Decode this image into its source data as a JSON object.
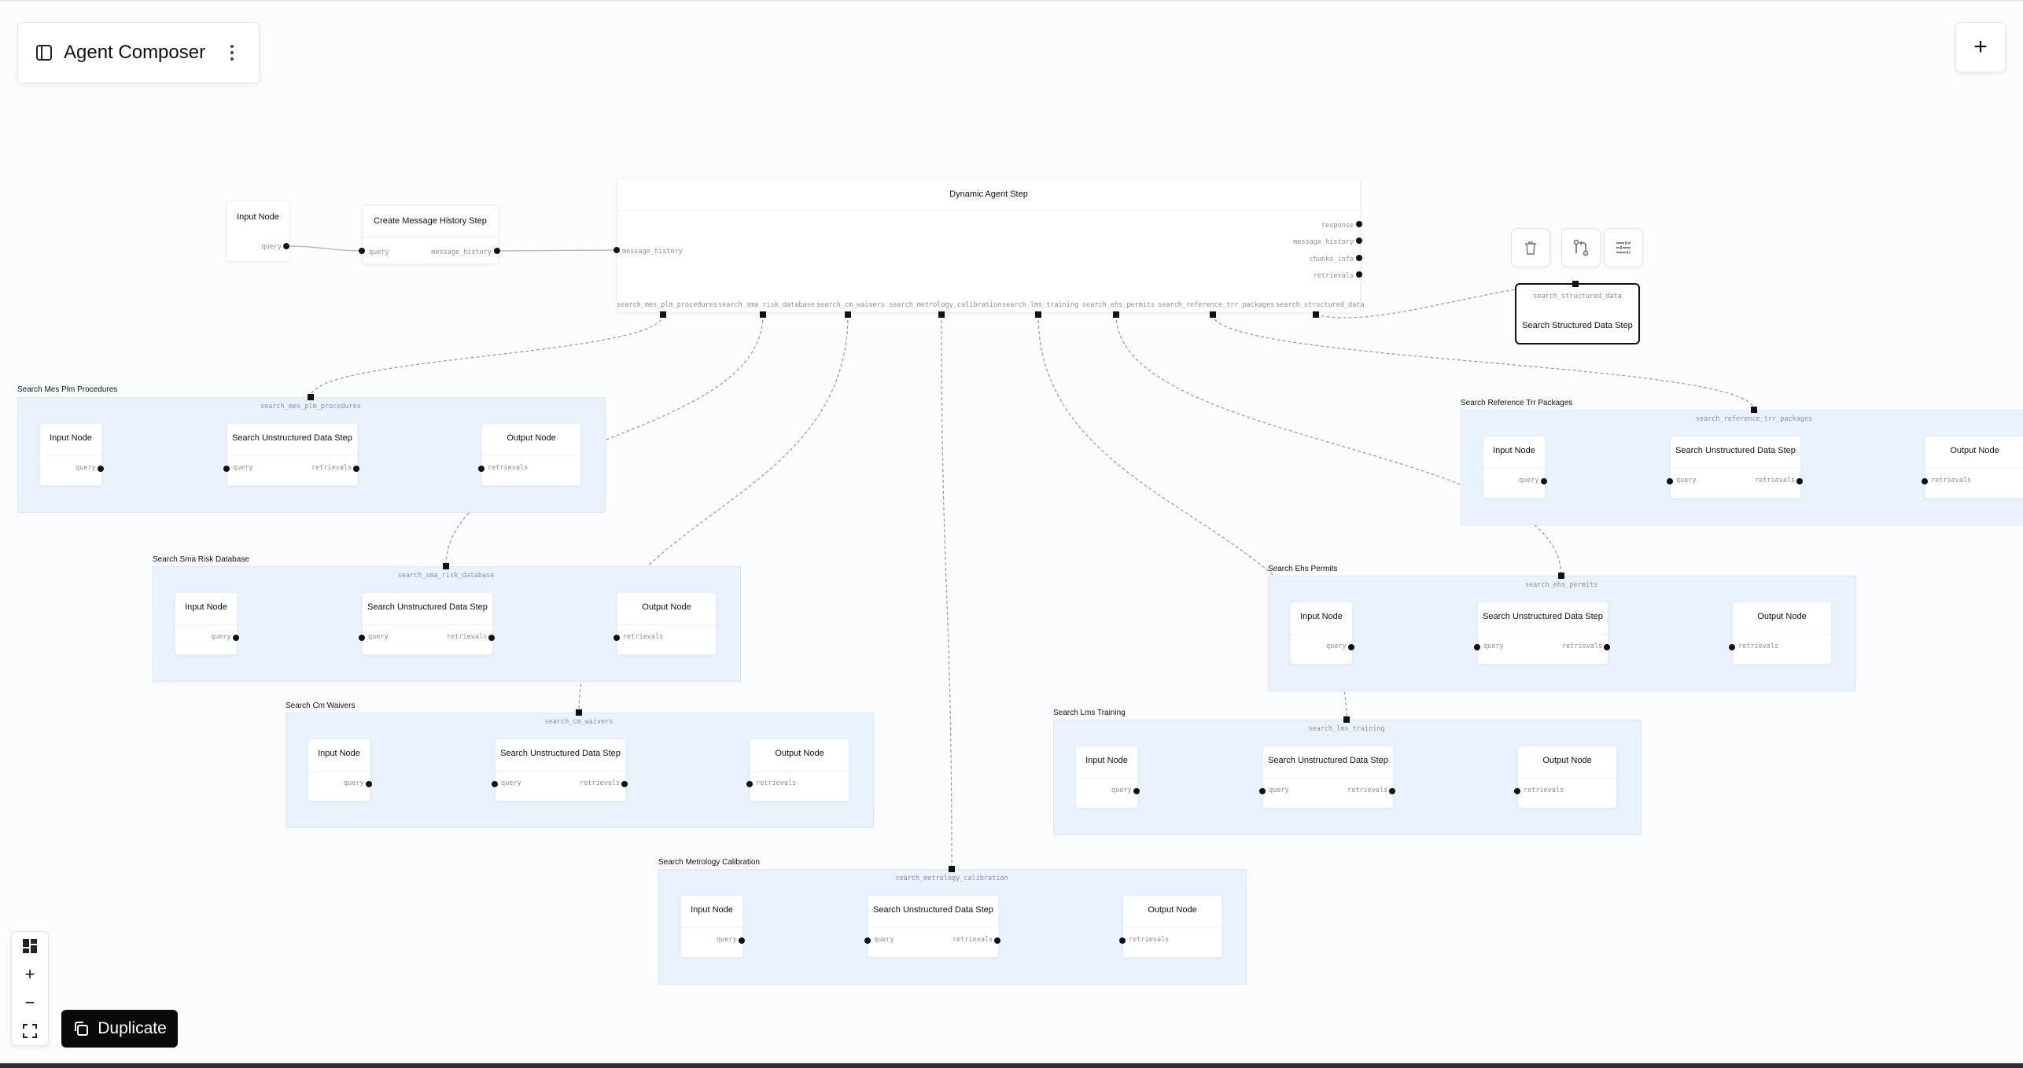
{
  "header": {
    "title": "Agent Composer",
    "sidebar_icon": "sidebar-toggle-icon",
    "menu_icon": "more-vertical-icon",
    "add_icon": "plus-icon"
  },
  "top_nodes": {
    "input_node": {
      "title": "Input Node",
      "port": "query"
    },
    "history_step": {
      "title": "Create Message History Step",
      "in_port": "query",
      "out_port": "message_history"
    },
    "dynamic_step": {
      "title": "Dynamic Agent Step",
      "in_port": "message_history",
      "outputs": [
        "response",
        "message_history",
        "chunks_info",
        "retrievals"
      ],
      "tools": [
        "search_mes_plm_procedures",
        "search_sma_risk_database",
        "search_cm_waivers",
        "search_metrology_calibration",
        "search_lms_training",
        "search_ehs_permits",
        "search_reference_trr_packages",
        "search_structured_data"
      ]
    },
    "structured_step": {
      "port": "search_structured_data",
      "title": "Search Structured Data Step"
    }
  },
  "toolbar": {
    "delete_icon": "trash-icon",
    "branch_icon": "git-compare-icon",
    "settings_icon": "sliders-icon"
  },
  "subflow": {
    "input_title": "Input Node",
    "step_title": "Search Unstructured Data Step",
    "output_title": "Output Node",
    "query": "query",
    "retrievals": "retrievals"
  },
  "groups": [
    {
      "label": "Search Mes Plm Procedures",
      "port": "search_mes_plm_procedures"
    },
    {
      "label": "Search Sma Risk Database",
      "port": "search_sma_risk_database"
    },
    {
      "label": "Search Cm Waivers",
      "port": "search_cm_waivers"
    },
    {
      "label": "Search Metrology Calibration",
      "port": "search_metrology_calibration"
    },
    {
      "label": "Search Lms Training",
      "port": "search_lms_training"
    },
    {
      "label": "Search Ehs Permits",
      "port": "search_ehs_permits"
    },
    {
      "label": "Search Reference Trr Packages",
      "port": "search_reference_trr_packages"
    }
  ],
  "controls": {
    "layout_icon": "layout-grid-icon",
    "zoom_in_icon": "plus-icon",
    "zoom_out_icon": "minus-icon",
    "fit_icon": "fit-view-icon",
    "duplicate_label": "Duplicate",
    "duplicate_icon": "copy-icon"
  }
}
